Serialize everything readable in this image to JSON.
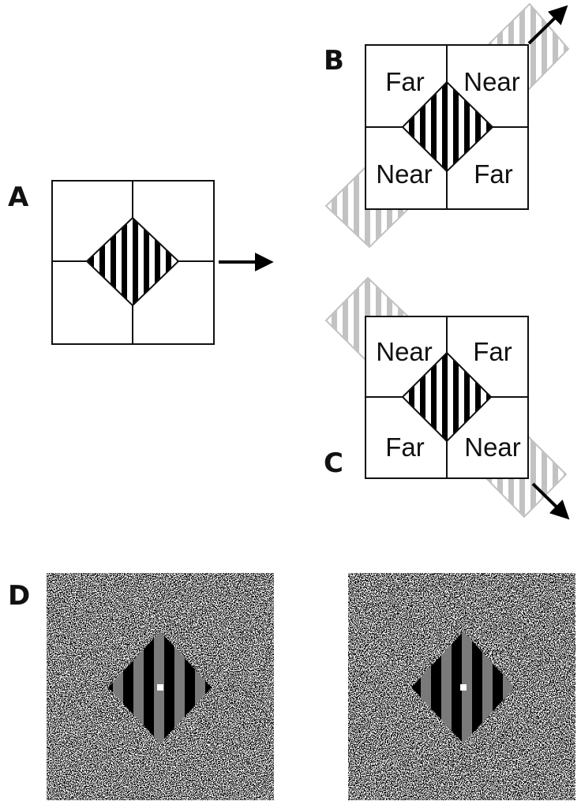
{
  "panels": {
    "a": {
      "letter": "A"
    },
    "b": {
      "letter": "B",
      "labels": [
        "Far",
        "Near",
        "Near",
        "Far"
      ]
    },
    "c": {
      "letter": "C",
      "labels": [
        "Near",
        "Far",
        "Far",
        "Near"
      ]
    },
    "d": {
      "letter": "D"
    }
  },
  "colors": {
    "stroke": "#111111",
    "ghost": "#bdbdbd",
    "stripe_gray": "#7a7a7a"
  }
}
